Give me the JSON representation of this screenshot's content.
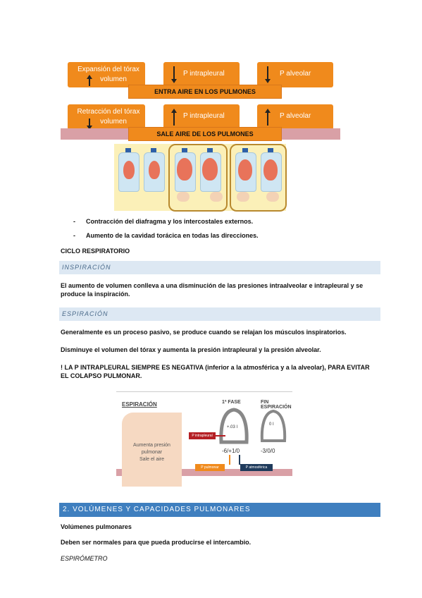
{
  "figure1": {
    "row1": {
      "box1_line1": "Expansión del tórax",
      "box1_line2": "volumen",
      "box2": "P intrapleural",
      "box3": "P alveolar",
      "bar": "ENTRA AIRE EN LOS PULMONES"
    },
    "row2": {
      "box1_line1": "Retracción del tórax",
      "box1_line2": "volumen",
      "box2": "P intrapleural",
      "box3": "P alveolar",
      "bar": "SALE AIRE DE LOS PULMONES"
    }
  },
  "bullets": [
    "Contracción del diafragma y los intercostales externos.",
    "Aumento de la cavidad torácica en todas las direcciones."
  ],
  "ciclo_title": "CICLO RESPIRATORIO",
  "inspiracion": {
    "heading": "INSPIRACIÓN",
    "text_line1": "El aumento de volumen conlleva a una disminución de las presiones intraalveolar e intrapleural y se",
    "text_line2": "produce la inspiración."
  },
  "espiracion": {
    "heading": "ESPIRACIÓN",
    "para1": "Generalmente es un proceso pasivo, se produce cuando se relajan los músculos inspiratorios.",
    "para2": "Disminuye el volumen del tórax y aumenta la presión intrapleural y la presión alveolar.",
    "warning_line1": "! LA P INTRAPLEURAL SIEMPRE ES NEGATIVA (inferior a la atmosférica y a la alveolar), PARA EVITAR",
    "warning_line2": "EL COLAPSO PULMONAR."
  },
  "figure2": {
    "title": "ESPIRACIÓN",
    "phase1": "1ª FASE",
    "phase2": "FIN ESPIRACIÓN",
    "box_line1": "Aumenta presión",
    "box_line2": "pulmonar",
    "box_line3": "Sale el aire",
    "label_intrapleural": "P intrapleural",
    "label_pulmonar": "P pulmonar",
    "label_atmosferica": "P atmosférica",
    "values1": "-6/+1/0",
    "values2": "-3/0/0",
    "inner1": "+.03 I",
    "inner2": "0 I"
  },
  "section2": {
    "heading": "2. VOLÚMENES Y CAPACIDADES PULMONARES",
    "subtitle": "Volúmenes pulmonares",
    "text": "Deben ser normales para que pueda producirse el intercambio.",
    "espirometro": "ESPIRÓMETRO"
  },
  "colors": {
    "orange": "#f08a1c",
    "heading_band": "#dde8f3",
    "section_band": "#3f7fbf"
  }
}
